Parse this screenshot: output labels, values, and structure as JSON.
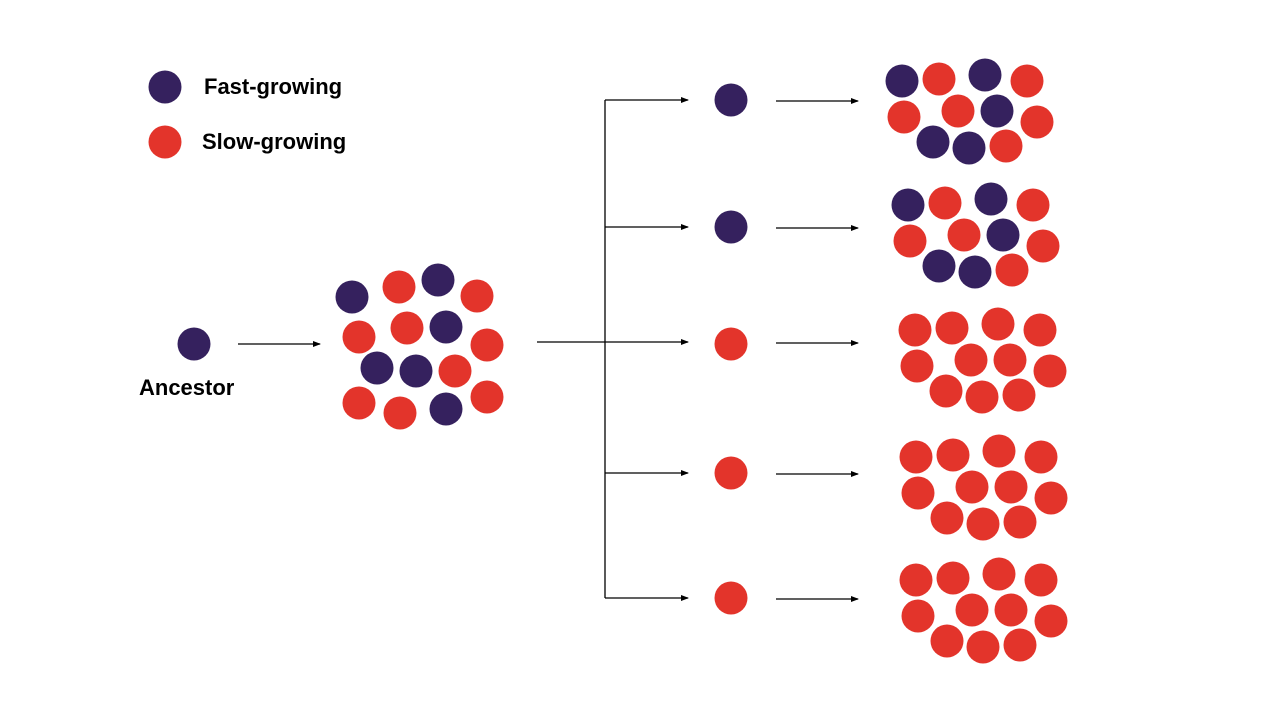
{
  "legend": {
    "fast_label": "Fast-growing",
    "slow_label": "Slow-growing"
  },
  "ancestor_label": "Ancestor",
  "colors": {
    "fast": "#35215e",
    "slow": "#e3342b",
    "line": "#000000"
  },
  "ancestor_type": "fast",
  "middle_population": [
    "fast",
    "slow",
    "fast",
    "slow",
    "slow",
    "slow",
    "fast",
    "slow",
    "fast",
    "fast",
    "slow",
    "slow",
    "slow",
    "fast",
    "slow"
  ],
  "lineages": [
    {
      "founder": "fast",
      "population": [
        "fast",
        "slow",
        "fast",
        "slow",
        "slow",
        "slow",
        "fast",
        "slow",
        "fast",
        "fast",
        "slow"
      ]
    },
    {
      "founder": "fast",
      "population": [
        "fast",
        "slow",
        "fast",
        "slow",
        "slow",
        "slow",
        "fast",
        "slow",
        "fast",
        "fast",
        "slow"
      ]
    },
    {
      "founder": "slow",
      "population": [
        "slow",
        "slow",
        "slow",
        "slow",
        "slow",
        "slow",
        "slow",
        "slow",
        "slow",
        "slow",
        "slow"
      ]
    },
    {
      "founder": "slow",
      "population": [
        "slow",
        "slow",
        "slow",
        "slow",
        "slow",
        "slow",
        "slow",
        "slow",
        "slow",
        "slow",
        "slow"
      ]
    },
    {
      "founder": "slow",
      "population": [
        "slow",
        "slow",
        "slow",
        "slow",
        "slow",
        "slow",
        "slow",
        "slow",
        "slow",
        "slow",
        "slow"
      ]
    }
  ]
}
